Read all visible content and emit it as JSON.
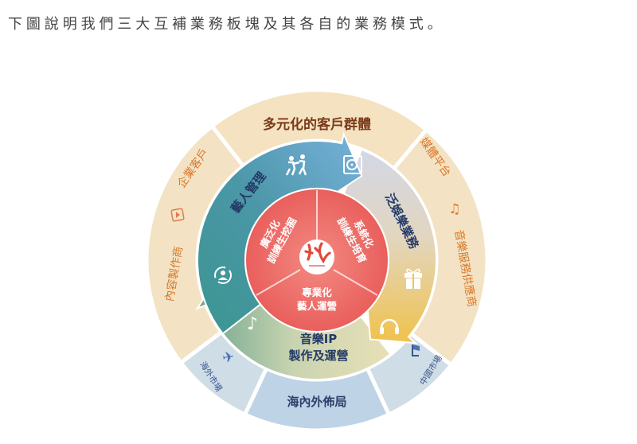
{
  "intro_text": "下圖說明我們三大互補業務板塊及其各自的業務模式。",
  "diagram": {
    "outer": {
      "top_label": "多元化的客戶群體",
      "enterprise_clients": "企業客戶",
      "content_producers": "內容製作商",
      "media_platforms": "媒體平台",
      "music_service_providers": "音樂服務供應商",
      "overseas_market": "海外市場",
      "bottom_label": "海內外佈局",
      "china_market": "中國市場"
    },
    "segments": {
      "artist_management": "藝人管理",
      "pan_entertainment": "泛娛樂業務",
      "music_ip_line1": "音樂IP",
      "music_ip_line2": "製作及運營"
    },
    "core": {
      "broad_line1": "廣泛化",
      "broad_line2": "訓練生挖掘",
      "systematic_line1": "系統化",
      "systematic_line2": "訓練生培育",
      "professional_line1": "專業化",
      "professional_line2": "藝人運營"
    },
    "colors": {
      "outer_beige": "#f4e4c4",
      "outer_blue": "#c6d8e6",
      "teal": "#3f9897",
      "blue": "#6ea8d6",
      "yellow": "#efc45a",
      "core_red": "#ec6a66",
      "label_brown": "#7a3b1a",
      "label_orange": "#d9782a",
      "label_navy": "#243a66"
    },
    "icons": [
      "dancers-icon",
      "record-player-icon",
      "gift-icon",
      "headphones-icon",
      "treble-clef-icon",
      "person-cycle-icon",
      "play-icon",
      "music-note-icon",
      "airplane-icon",
      "flag-icon",
      "company-logo"
    ]
  }
}
